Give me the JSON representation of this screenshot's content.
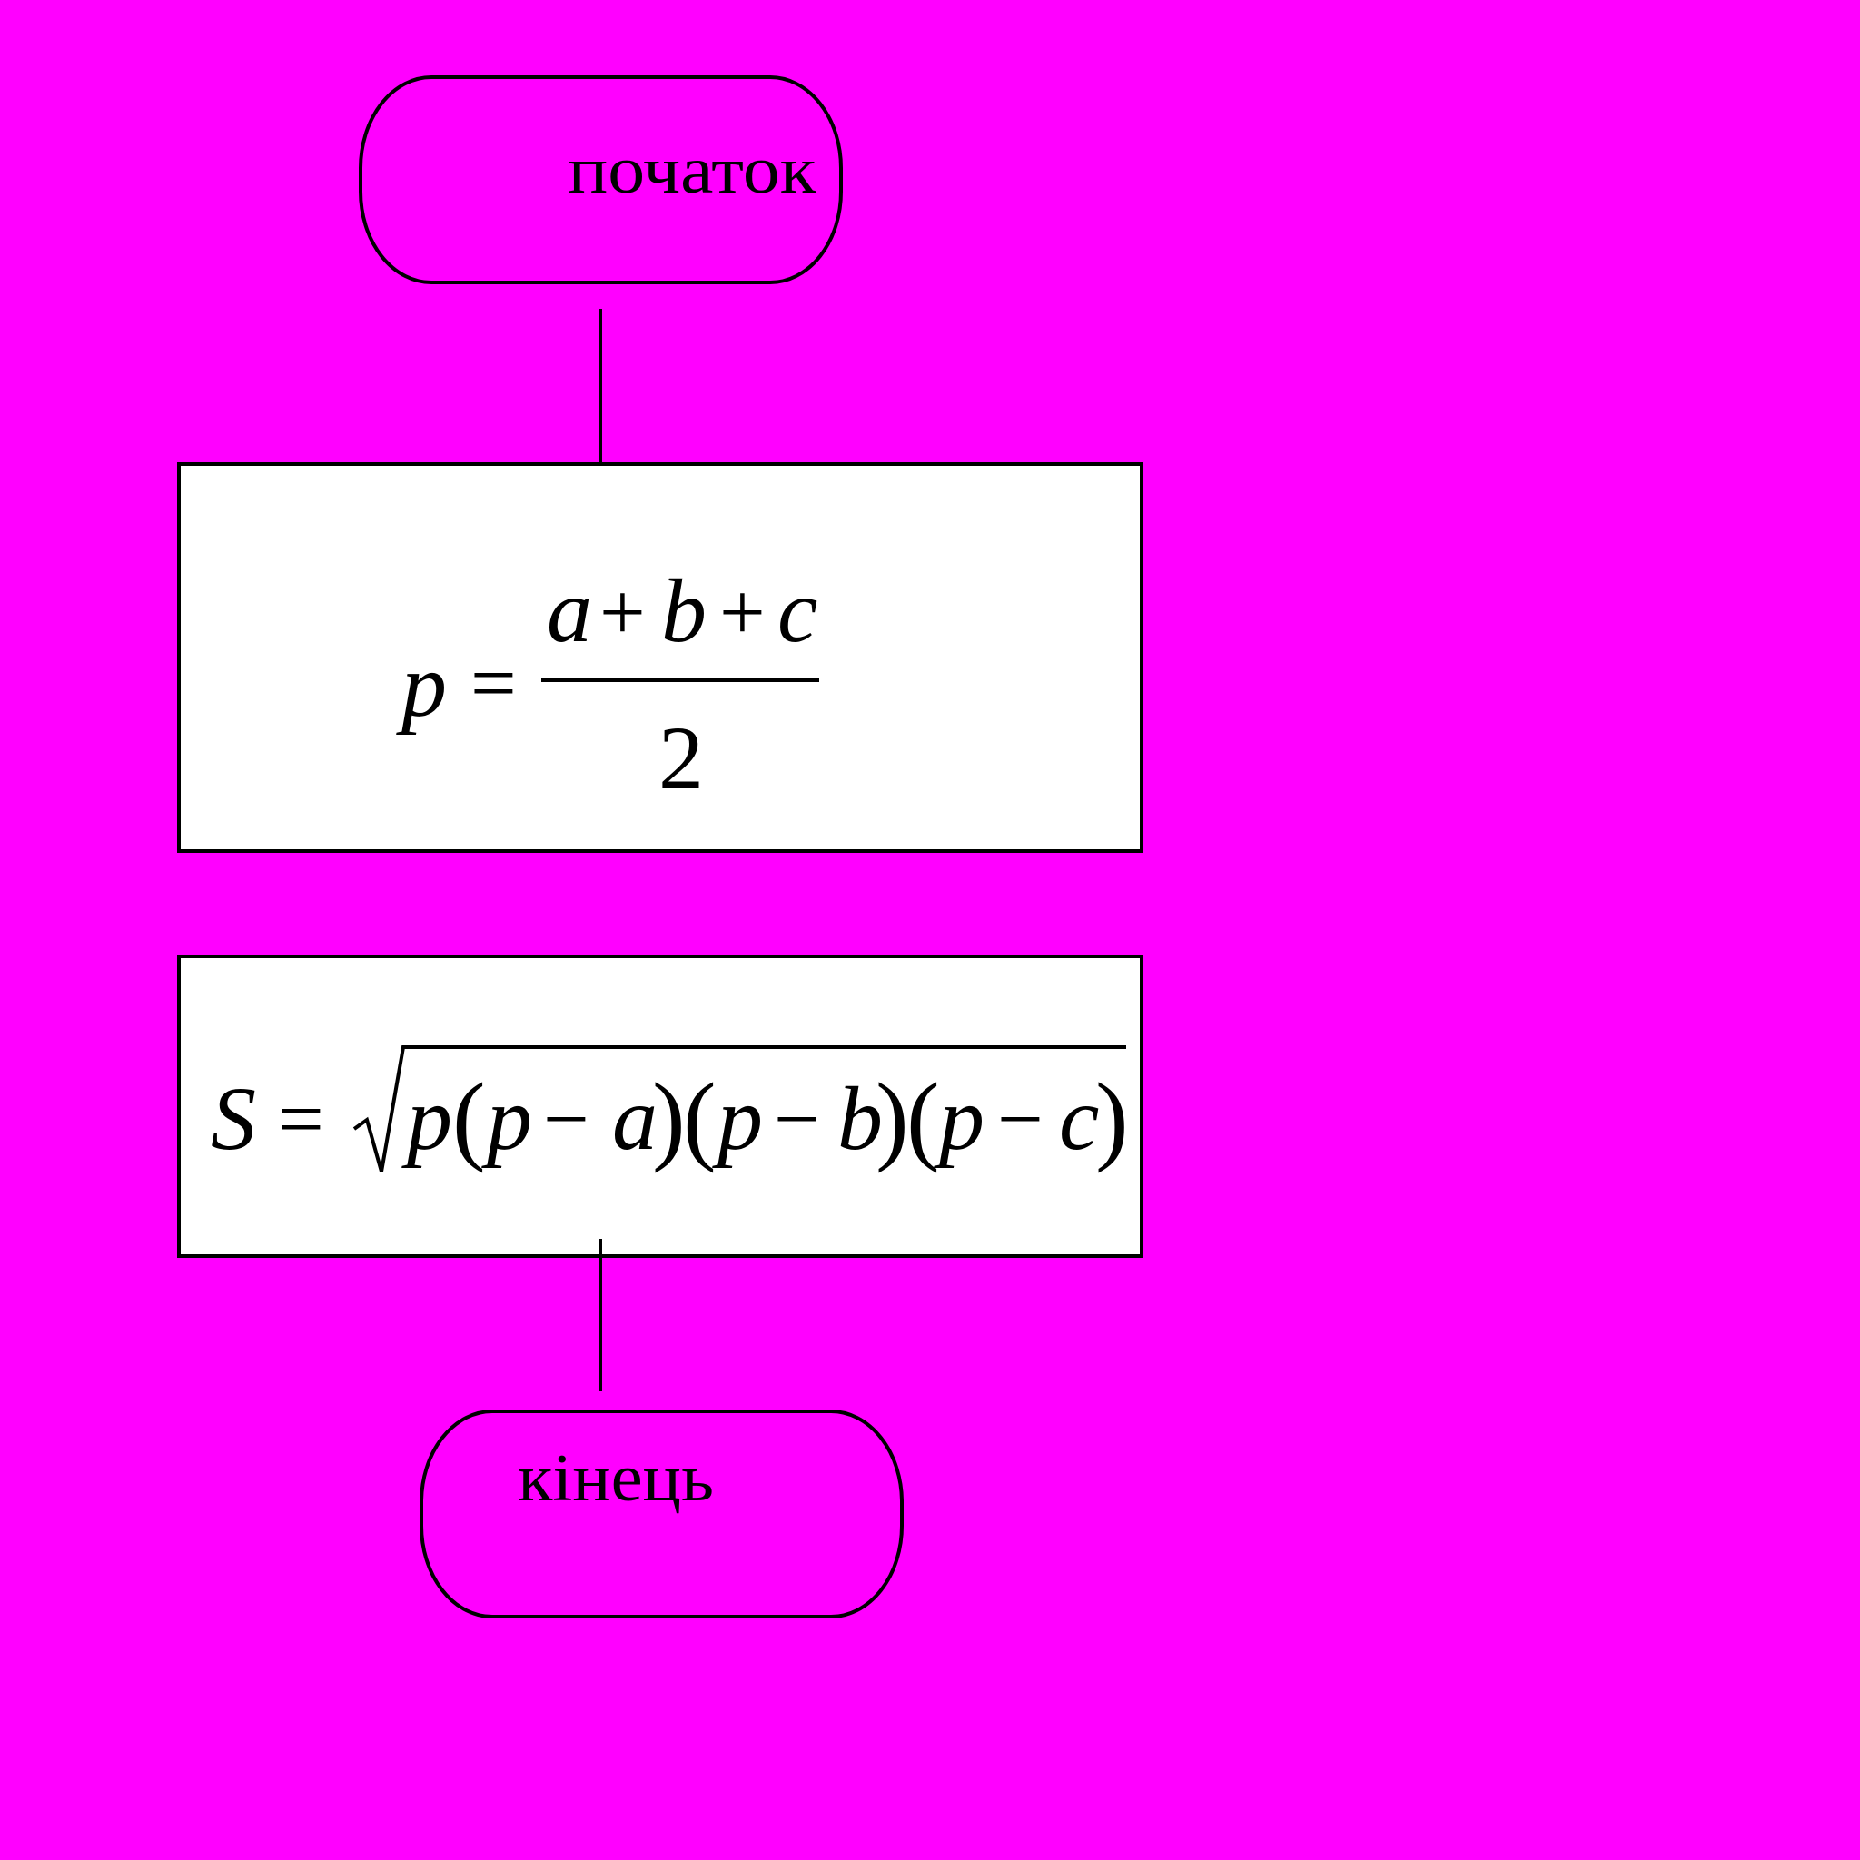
{
  "colors": {
    "background": "#ff00ff",
    "stroke": "#000000",
    "box_fill": "#ffffff",
    "terminal_fill": "#ff00ff"
  },
  "flowchart": {
    "start": {
      "label": "початок"
    },
    "step1": {
      "lhs": "p",
      "equals": "=",
      "numerator": {
        "a": "a",
        "plus1": "+",
        "b": "b",
        "plus2": "+",
        "c": "c"
      },
      "denominator": "2"
    },
    "step2": {
      "lhs": "S",
      "equals": "=",
      "radical": "√",
      "terms": {
        "p0": "p",
        "open1": "(",
        "p1": "p",
        "minus1": "−",
        "a": "a",
        "close1": ")",
        "open2": "(",
        "p2": "p",
        "minus2": "−",
        "b": "b",
        "close2": ")",
        "open3": "(",
        "p3": "p",
        "minus3": "−",
        "c": "c",
        "close3": ")"
      }
    },
    "end": {
      "label": "кінець"
    }
  }
}
